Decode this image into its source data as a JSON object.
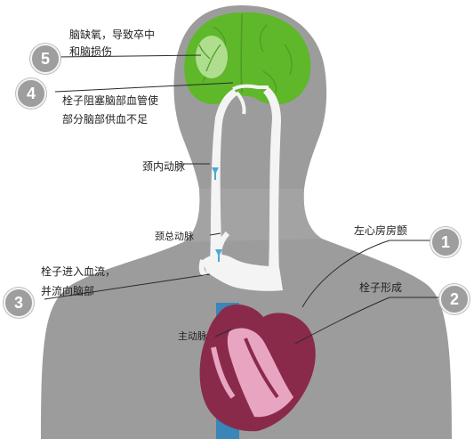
{
  "colors": {
    "silhouette": "#9c9c9c",
    "brain": "#5fb72a",
    "artery": "#f4f4f4",
    "flow_arrow": "#4aa9d8",
    "heart_dark": "#8a2a4b",
    "heart_light": "#e8a5c1",
    "aorta_blue": "#3a86b8",
    "badge": "#9e9e9e"
  },
  "labels": {
    "stroke_line1": "脑缺氧，导致卒中",
    "stroke_line2": "和脑损伤",
    "block_line1": "栓子阻塞脑部血管使",
    "block_line2": "部分脑部供血不足",
    "internal_carotid": "颈内动脉",
    "common_carotid": "颈总动脉",
    "enter_line1": "栓子进入血流，",
    "enter_line2": "并流向脑部",
    "aorta": "主动脉",
    "left_atrial": "左心房房颤",
    "thrombus": "栓子形成"
  },
  "badges": {
    "b1": "1",
    "b2": "2",
    "b3": "3",
    "b4": "4",
    "b5": "5"
  }
}
